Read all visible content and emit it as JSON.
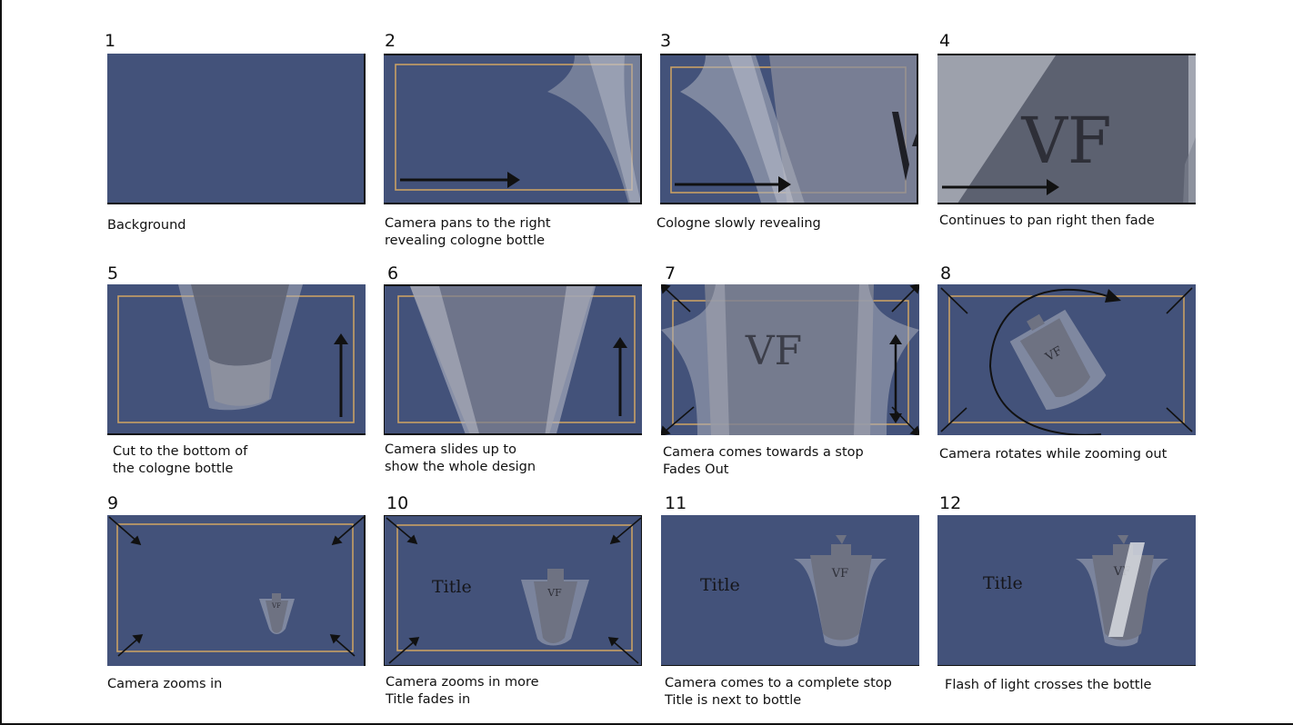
{
  "colors": {
    "background": "#43527a",
    "safe_area": "#c8a064",
    "bottle": "#8a8e9e",
    "arrow": "#111111"
  },
  "panels": [
    {
      "number": "1",
      "caption": [
        "Background"
      ]
    },
    {
      "number": "2",
      "caption": [
        "Camera pans to the right",
        "revealing cologne bottle"
      ]
    },
    {
      "number": "3",
      "caption": [
        "Cologne slowly revealing"
      ]
    },
    {
      "number": "4",
      "caption": [
        "Continues to pan right then fade"
      ],
      "logo": "VF"
    },
    {
      "number": "5",
      "caption": [
        "Cut to the bottom of",
        "the cologne bottle"
      ]
    },
    {
      "number": "6",
      "caption": [
        "Camera slides up to",
        "show the whole design"
      ]
    },
    {
      "number": "7",
      "caption": [
        "Camera comes towards a stop",
        "Fades Out"
      ],
      "logo": "VF"
    },
    {
      "number": "8",
      "caption": [
        "Camera rotates while zooming out"
      ],
      "logo": "VF"
    },
    {
      "number": "9",
      "caption": [
        "Camera zooms in"
      ],
      "logo": "VF"
    },
    {
      "number": "10",
      "caption": [
        "Camera zooms in more",
        "Title fades in"
      ],
      "title": "Title",
      "logo": "VF"
    },
    {
      "number": "11",
      "caption": [
        "Camera comes to a complete stop",
        "Title is next to bottle"
      ],
      "title": "Title",
      "logo": "VF"
    },
    {
      "number": "12",
      "caption": [
        "Flash of light crosses the bottle"
      ],
      "title": "Title",
      "logo": "VF"
    }
  ]
}
